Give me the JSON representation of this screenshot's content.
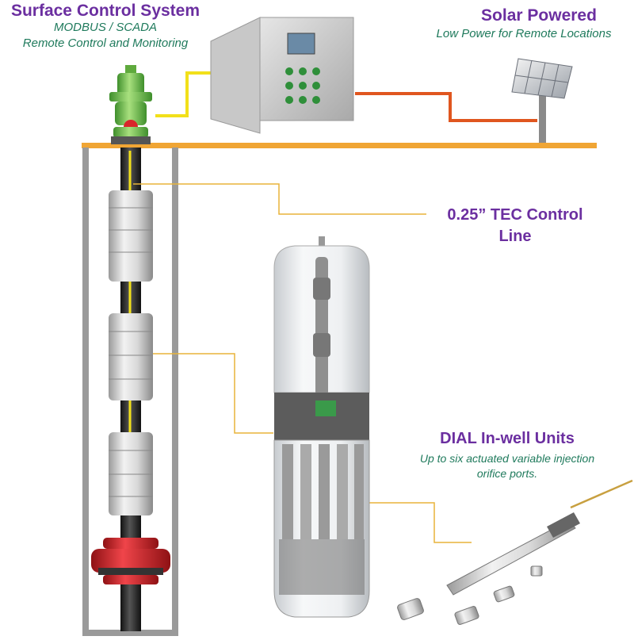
{
  "labels": {
    "surface": {
      "title": "Surface Control System",
      "line1": "MODBUS / SCADA",
      "line2": "Remote Control and Monitoring"
    },
    "solar": {
      "title": "Solar Powered",
      "subtitle": "Low Power for Remote Locations"
    },
    "tec": {
      "line1": "0.25” TEC Control",
      "line2": "Line"
    },
    "dial": {
      "title": "DIAL In-well Units",
      "line1": "Up to six actuated variable injection",
      "line2": "orifice ports."
    }
  },
  "colors": {
    "heading": "#6b2fa0",
    "subtext": "#1f7a5c",
    "ground": "#f0a534",
    "control_line": "#f2e01a",
    "solar_cable": "#e0561f",
    "leader_line": "#e8b43a",
    "packer": "#d9262b",
    "wellhead": "#7ecb5a"
  },
  "components": {
    "wellhead": "wellhead-icon",
    "control_panel": "control-panel-icon",
    "solar_panel": "solar-panel-icon",
    "tubing": "tubing-string-icon",
    "mandrel": "dial-mandrel-icon",
    "packer": "packer-icon",
    "cutaway": "dial-cutaway-icon",
    "valve": "injection-valve-icon"
  }
}
